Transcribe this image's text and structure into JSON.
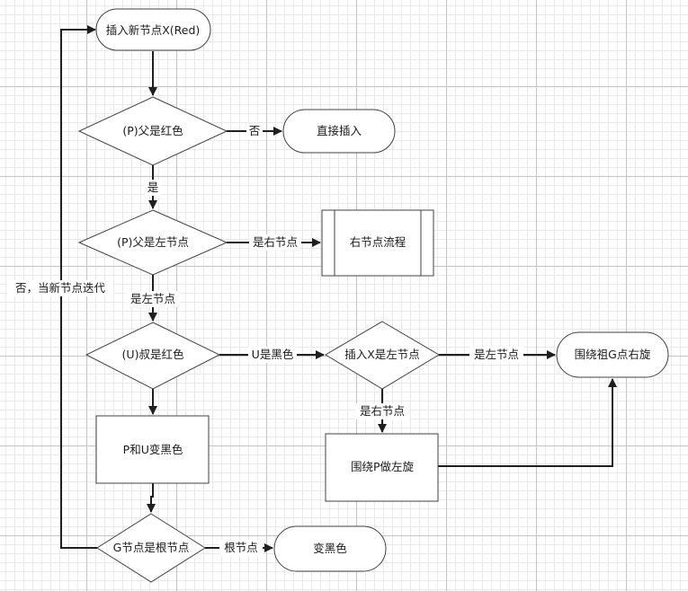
{
  "nodes": {
    "insert_node": "插入新节点X(Red)",
    "parent_red_q": "(P)父是红色",
    "direct_insert": "直接插入",
    "parent_left_q": "(P)父是左节点",
    "right_node_flow": "右节点流程",
    "uncle_red_q": "(U)叔是红色",
    "insert_x_left_q": "插入X是左节点",
    "rotate_right_g": "围绕祖G点右旋",
    "p_u_black": "P和U变黑色",
    "rotate_left_p": "围绕P做左旋",
    "g_root_q": "G节点是根节点",
    "turn_black": "变黑色"
  },
  "edges": {
    "no": "否",
    "yes": "是",
    "yes_right_node": "是右节点",
    "yes_left_node": "是左节点",
    "u_black": "U是黑色",
    "x_left_yes": "是左节点",
    "x_right_yes": "是右节点",
    "root_node": "根节点",
    "loop_back": "否，当新节点迭代"
  }
}
